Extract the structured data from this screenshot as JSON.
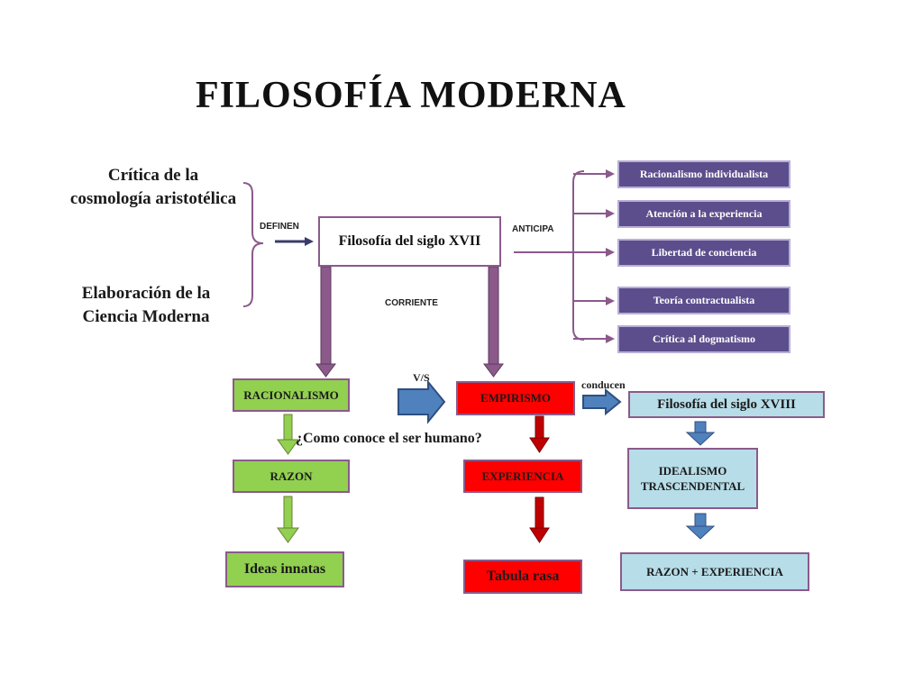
{
  "title": "FILOSOFÍA MODERNA",
  "causes": {
    "critica": [
      "Crítica de la",
      "cosmología aristotélica"
    ],
    "elaboracion": [
      "Elaboración de la",
      "Ciencia Moderna"
    ]
  },
  "labels": {
    "definen": "DEFINEN",
    "anticipa": "ANTICIPA",
    "corriente": "CORRIENTE",
    "vs": "V/S",
    "conducen": "conducen",
    "question": "¿Como conoce el ser humano?"
  },
  "center": "Filosofía del siglo XVII",
  "anticipations": [
    "Racionalismo individualista",
    "Atención a la experiencia",
    "Libertad de conciencia",
    "Teoría contractualista",
    "Crítica al dogmatismo"
  ],
  "racionalismo": {
    "head": "RACIONALISMO",
    "mid": "RAZON",
    "end": "Ideas innatas"
  },
  "empirismo": {
    "head": "EMPIRISMO",
    "mid": "EXPERIENCIA",
    "end": "Tabula rasa"
  },
  "siglo_xviii": {
    "head": "Filosofía del siglo XVIII",
    "mid": [
      "IDEALISMO",
      "TRASCENDENTAL"
    ],
    "end": "RAZON + EXPERIENCIA"
  }
}
